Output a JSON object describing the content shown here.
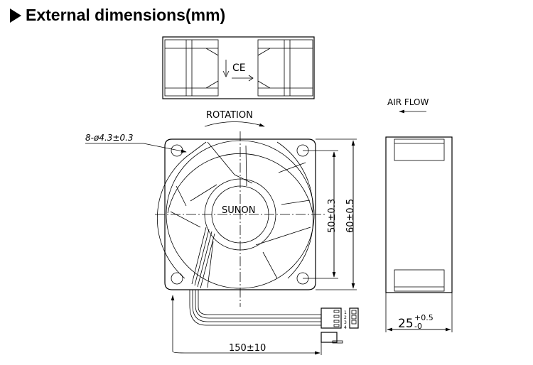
{
  "title": "External dimensions(mm)",
  "labels": {
    "rotation": "ROTATION",
    "air_flow": "AIR FLOW",
    "hole_spec": "8-ø4.3±0.3",
    "brand": "SUNON",
    "dim_50": "50±0.3",
    "dim_60": "60±0.5",
    "dim_25": "25",
    "dim_25_plus": "+0.5",
    "dim_25_minus": "-0",
    "dim_150": "150±10",
    "pins": [
      "1",
      "2",
      "3",
      "4"
    ],
    "ce_mark": "CE"
  }
}
